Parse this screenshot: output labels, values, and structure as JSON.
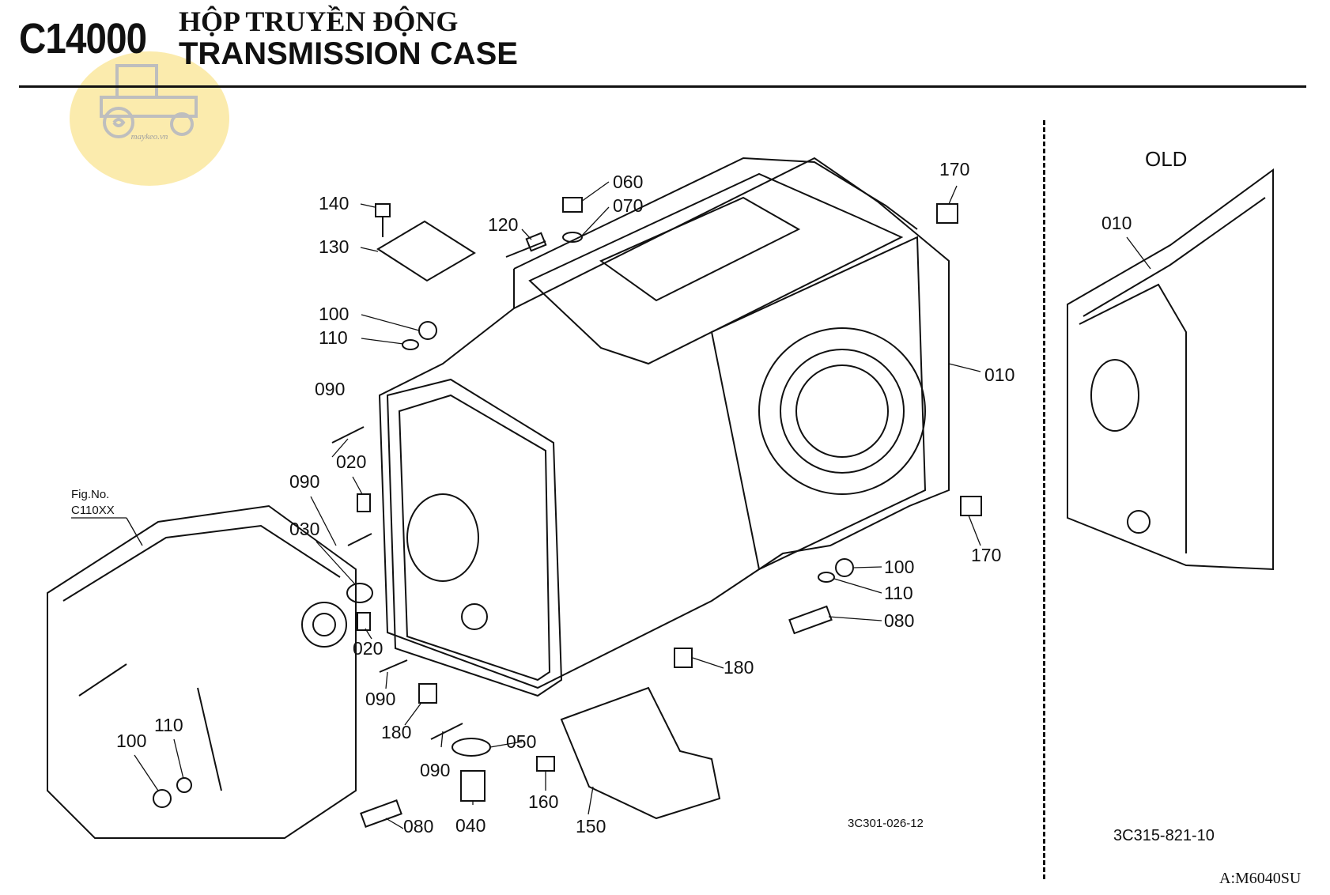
{
  "header": {
    "code": "C14000",
    "title_vn": "HỘP TRUYỀN ĐỘNG",
    "title_en": "TRANSMISSION CASE"
  },
  "watermark": {
    "text": "maykeo.vn"
  },
  "fig_ref": {
    "line1": "Fig.No.",
    "line2": "C110XX"
  },
  "old_label": "OLD",
  "drawing_numbers": {
    "main": "3C301-026-12",
    "old": "3C315-821-10"
  },
  "footer_code": "A:M6040SU",
  "callouts": {
    "c140": "140",
    "c130": "130",
    "c120": "120",
    "c060": "060",
    "c070": "070",
    "c170a": "170",
    "c100a": "100",
    "c110a": "110",
    "c090a": "090",
    "c020a": "020",
    "c010": "010",
    "c090b": "090",
    "c030": "030",
    "c170b": "170",
    "c100b": "100",
    "c110b": "110",
    "c080a": "080",
    "c020b": "020",
    "c180a": "180",
    "c090c": "090",
    "c180b": "180",
    "c050": "050",
    "c110c": "110",
    "c100c": "100",
    "c090d": "090",
    "c160": "160",
    "c150": "150",
    "c040": "040",
    "c080b": "080",
    "c010old": "010"
  }
}
